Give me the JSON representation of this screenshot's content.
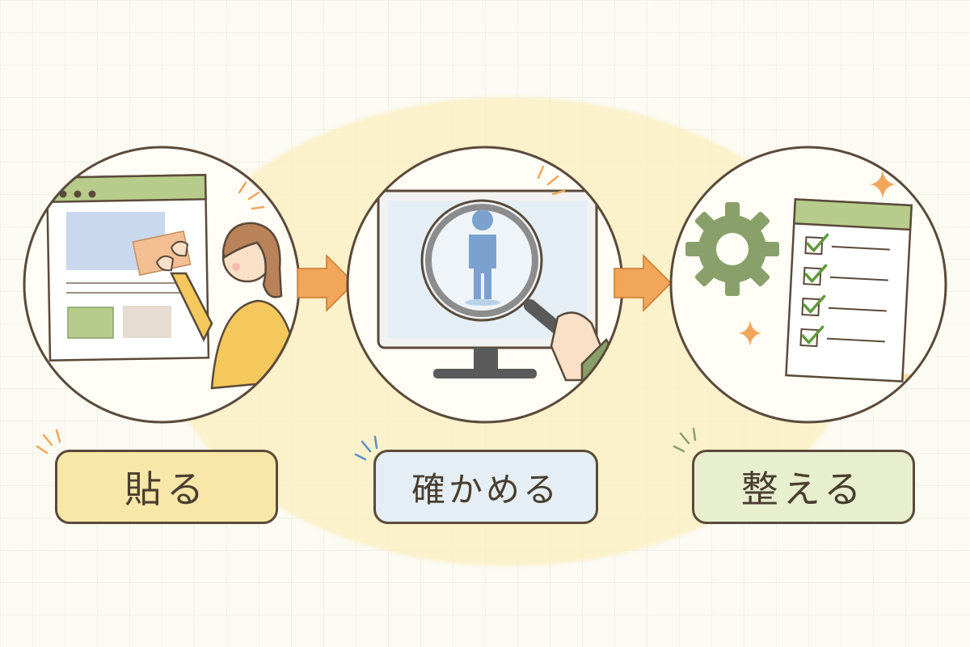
{
  "steps": [
    {
      "label": "貼る",
      "icon": "paste-content-icon"
    },
    {
      "label": "確かめる",
      "icon": "magnifier-person-icon"
    },
    {
      "label": "整える",
      "icon": "gear-checklist-icon"
    }
  ],
  "colors": {
    "outline": "#5a4a3a",
    "arrow": "#f2a65a",
    "label_1_bg": "#f8e7a8",
    "label_2_bg": "#e4eef4",
    "label_3_bg": "#e8efcf",
    "highlight": "#fbf0c4"
  }
}
